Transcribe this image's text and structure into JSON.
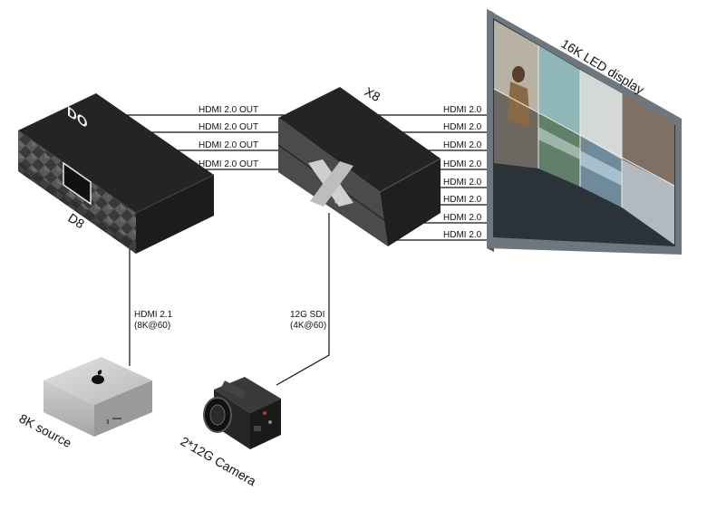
{
  "devices": {
    "d8": {
      "label": "D8",
      "logo": "DO"
    },
    "x8": {
      "label": "X8",
      "logo": "X"
    },
    "display": {
      "label": "16K LED display"
    },
    "source": {
      "label": "8K source"
    },
    "camera": {
      "label": "2*12G Camera"
    }
  },
  "links": {
    "d8_to_x8": [
      "HDMI  2.0 OUT",
      "HDMI  2.0 OUT",
      "HDMI  2.0 OUT",
      "HDMI  2.0 OUT"
    ],
    "x8_to_display": [
      "HDMI 2.0",
      "HDMI 2.0",
      "HDMI 2.0",
      "HDMI 2.0",
      "HDMI 2.0",
      "HDMI 2.0",
      "HDMI 2.0",
      "HDMI 2.0"
    ],
    "source_to_d8": [
      "HDMI 2.1",
      "(8K@60)"
    ],
    "camera_to_x8": [
      "12G SDI",
      "(4K@60)"
    ]
  },
  "icons": [
    "apple-logo-icon",
    "d8-logo-icon",
    "x8-logo-icon"
  ],
  "colors": {
    "device_body": "#232323",
    "device_face": "#555555",
    "silver": "#bdbdbd",
    "frame": "#6f777e"
  }
}
